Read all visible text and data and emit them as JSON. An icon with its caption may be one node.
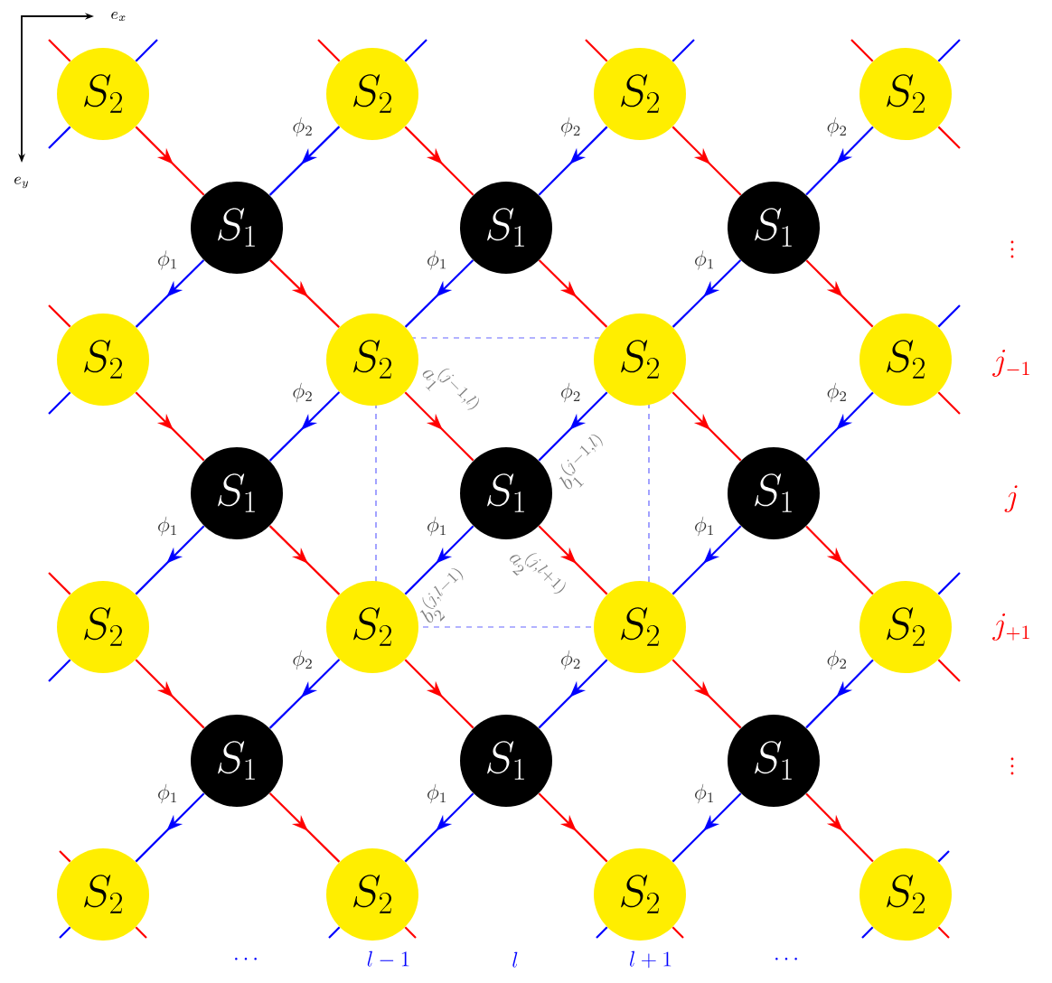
{
  "diagram": {
    "nodes": [
      {
        "text": [
          "S_2"
        ]
      },
      {
        "text": [
          "S_2"
        ]
      },
      {
        "text": [
          "S_2"
        ]
      },
      {
        "text": [
          "S_2"
        ]
      },
      {
        "text": [
          "S_1"
        ]
      },
      {
        "text": [
          "S_1"
        ]
      },
      {
        "text": [
          "S_1"
        ]
      },
      {
        "text": [
          "S_2"
        ]
      },
      {
        "text": [
          "S_2"
        ]
      },
      {
        "text": [
          "S_2"
        ]
      },
      {
        "text": [
          "S_2"
        ]
      },
      {
        "text": [
          "S_1"
        ]
      },
      {
        "text": [
          "S_1"
        ]
      },
      {
        "text": [
          "S_1"
        ]
      },
      {
        "text": [
          "S_2"
        ]
      },
      {
        "text": [
          "S_2"
        ]
      },
      {
        "text": [
          "S_2"
        ]
      },
      {
        "text": [
          "S_2"
        ]
      },
      {
        "text": [
          "S_1"
        ]
      },
      {
        "text": [
          "S_1"
        ]
      },
      {
        "text": [
          "S_1"
        ]
      },
      {
        "text": [
          "S_2"
        ]
      },
      {
        "text": [
          "S_2"
        ]
      },
      {
        "text": [
          "S_2"
        ]
      },
      {
        "text": [
          "S_2"
        ]
      }
    ],
    "edges": [
      {
        "from": 0,
        "to": 4,
        "arrow": "to",
        "color": "#ff0000"
      },
      {
        "from": 4,
        "to": 8,
        "arrow": "to",
        "color": "#ff0000"
      },
      {
        "from": 1,
        "to": 4,
        "arrow": "to",
        "color": "#0000ff",
        "label": "\\phi_2"
      },
      {
        "from": 4,
        "to": 7,
        "arrow": "to",
        "color": "#0000ff",
        "label": "\\phi_1"
      },
      {
        "from": 1,
        "to": 5,
        "arrow": "to",
        "color": "#ff0000"
      },
      {
        "from": 5,
        "to": 9,
        "arrow": "to",
        "color": "#ff0000"
      },
      {
        "from": 2,
        "to": 5,
        "arrow": "to",
        "color": "#0000ff",
        "label": "\\phi_2"
      },
      {
        "from": 5,
        "to": 8,
        "arrow": "to",
        "color": "#0000ff",
        "label": "\\phi_1"
      },
      {
        "from": 2,
        "to": 6,
        "arrow": "to",
        "color": "#ff0000"
      },
      {
        "from": 6,
        "to": 10,
        "arrow": "to",
        "color": "#ff0000"
      },
      {
        "from": 3,
        "to": 6,
        "arrow": "to",
        "color": "#0000ff",
        "label": "\\phi_2"
      },
      {
        "from": 6,
        "to": 9,
        "arrow": "to",
        "color": "#0000ff",
        "label": "\\phi_1"
      },
      {
        "from": 7,
        "to": 11,
        "arrow": "to",
        "color": "#ff0000"
      },
      {
        "from": 11,
        "to": 15,
        "arrow": "to",
        "color": "#ff0000"
      },
      {
        "from": 8,
        "to": 11,
        "arrow": "to",
        "color": "#0000ff",
        "label": "\\phi_2"
      },
      {
        "from": 11,
        "to": 14,
        "arrow": "to",
        "color": "#0000ff",
        "label": "\\phi_1"
      },
      {
        "from": 8,
        "to": 12,
        "arrow": "to",
        "color": "#ff0000",
        "label": "a_1^{(j-1,l)}"
      },
      {
        "from": 12,
        "to": 16,
        "arrow": "to",
        "color": "#ff0000",
        "label": "a_2^{(j,l+1)}"
      },
      {
        "from": 9,
        "to": 12,
        "arrow": "to",
        "color": "#0000ff",
        "label": "\\phi_2"
      },
      {
        "from": 12,
        "to": 15,
        "arrow": "to",
        "color": "#0000ff",
        "label": "\\phi_1"
      },
      {
        "from": 9,
        "to": 13,
        "arrow": "to",
        "color": "#ff0000"
      },
      {
        "from": 13,
        "to": 17,
        "arrow": "to",
        "color": "#ff0000"
      },
      {
        "from": 10,
        "to": 13,
        "arrow": "to",
        "color": "#0000ff",
        "label": "\\phi_2"
      },
      {
        "from": 13,
        "to": 16,
        "arrow": "to",
        "color": "#0000ff",
        "label": "\\phi_1"
      },
      {
        "from": 14,
        "to": 18,
        "arrow": "to",
        "color": "#ff0000"
      },
      {
        "from": 18,
        "to": 22,
        "arrow": "to",
        "color": "#ff0000"
      },
      {
        "from": 15,
        "to": 18,
        "arrow": "to",
        "color": "#0000ff",
        "label": "\\phi_2"
      },
      {
        "from": 18,
        "to": 21,
        "arrow": "to",
        "color": "#0000ff",
        "label": "\\phi_1"
      },
      {
        "from": 15,
        "to": 19,
        "arrow": "to",
        "color": "#ff0000"
      },
      {
        "from": 19,
        "to": 23,
        "arrow": "to",
        "color": "#ff0000"
      },
      {
        "from": 16,
        "to": 19,
        "arrow": "to",
        "color": "#0000ff",
        "label": "\\phi_2"
      },
      {
        "from": 19,
        "to": 22,
        "arrow": "to",
        "color": "#0000ff",
        "label": "\\phi_1"
      },
      {
        "from": 16,
        "to": 20,
        "arrow": "to",
        "color": "#ff0000"
      },
      {
        "from": 20,
        "to": 24,
        "arrow": "to",
        "color": "#ff0000"
      },
      {
        "from": 17,
        "to": 20,
        "arrow": "to",
        "color": "#0000ff",
        "label": "\\phi_2"
      },
      {
        "from": 20,
        "to": 23,
        "arrow": "to",
        "color": "#0000ff",
        "label": "\\phi_1"
      },
      {
        "from": null,
        "to": 0,
        "arrow": "none",
        "color": "#ff0000"
      },
      {
        "from": null,
        "to": 0,
        "arrow": "none",
        "color": "#0000ff"
      },
      {
        "from": 0,
        "to": null,
        "arrow": "none",
        "color": "#0000ff"
      },
      {
        "from": null,
        "to": 1,
        "arrow": "none",
        "color": "#ff0000"
      },
      {
        "from": null,
        "to": 1,
        "arrow": "none",
        "color": "#0000ff"
      },
      {
        "from": null,
        "to": 2,
        "arrow": "none",
        "color": "#ff0000"
      },
      {
        "from": null,
        "to": 2,
        "arrow": "none",
        "color": "#0000ff"
      },
      {
        "from": null,
        "to": 3,
        "arrow": "none",
        "color": "#ff0000"
      },
      {
        "from": null,
        "to": 3,
        "arrow": "none",
        "color": "#0000ff"
      },
      {
        "from": 3,
        "to": null,
        "arrow": "none",
        "color": "#ff0000"
      },
      {
        "from": null,
        "to": 7,
        "arrow": "none",
        "color": "#ff0000"
      },
      {
        "from": 7,
        "to": null,
        "arrow": "none",
        "color": "#0000ff"
      },
      {
        "from": null,
        "to": 10,
        "arrow": "none",
        "color": "#0000ff"
      },
      {
        "from": 10,
        "to": null,
        "arrow": "none",
        "color": "#ff0000"
      },
      {
        "from": null,
        "to": 14,
        "arrow": "none",
        "color": "#ff0000"
      },
      {
        "from": 14,
        "to": null,
        "arrow": "none",
        "color": "#0000ff"
      },
      {
        "from": null,
        "to": 17,
        "arrow": "none",
        "color": "#0000ff"
      },
      {
        "from": 17,
        "to": null,
        "arrow": "none",
        "color": "#ff0000"
      },
      {
        "from": null,
        "to": 21,
        "arrow": "none",
        "color": "#ff0000"
      },
      {
        "from": 21,
        "to": null,
        "arrow": "none",
        "color": "#0000ff"
      },
      {
        "from": 21,
        "to": null,
        "arrow": "none",
        "color": "#ff0000"
      },
      {
        "from": 22,
        "to": null,
        "arrow": "none",
        "color": "#0000ff"
      },
      {
        "from": 22,
        "to": null,
        "arrow": "none",
        "color": "#ff0000"
      },
      {
        "from": 23,
        "to": null,
        "arrow": "none",
        "color": "#0000ff"
      },
      {
        "from": 23,
        "to": null,
        "arrow": "none",
        "color": "#ff0000"
      },
      {
        "from": null,
        "to": 24,
        "arrow": "none",
        "color": "#0000ff"
      },
      {
        "from": 24,
        "to": null,
        "arrow": "none",
        "color": "#0000ff"
      },
      {
        "from": 24,
        "to": null,
        "arrow": "none",
        "color": "#ff0000"
      }
    ],
    "labels": [
      "e_x",
      "e_y",
      "\\vdots",
      "j_{-1}",
      "b_1^{(j-1,l)}",
      "j",
      "b_2^{(j,l-1)}",
      "j_{+1}",
      "\\vdots",
      "\\cdots",
      "l-1",
      "l",
      "l+1",
      "\\cdots"
    ]
  }
}
